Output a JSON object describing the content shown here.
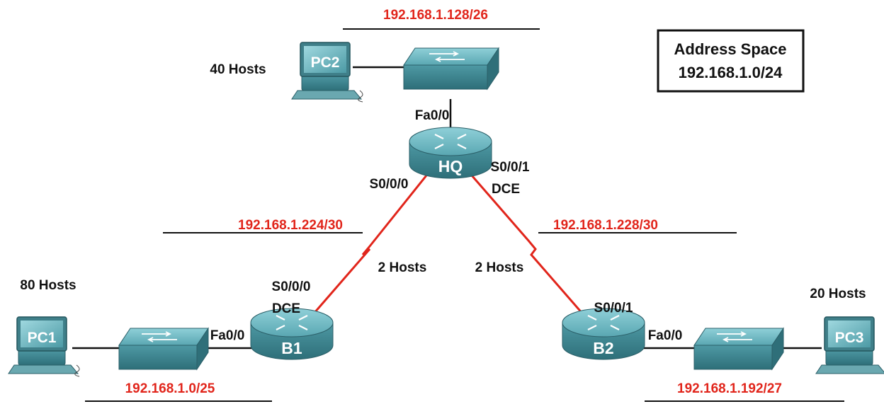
{
  "address_space": {
    "title": "Address Space",
    "network": "192.168.1.0/24"
  },
  "networks": {
    "hq_lan": "192.168.1.128/26",
    "b1_lan": "192.168.1.0/25",
    "b2_lan": "192.168.1.192/27",
    "hq_b1_link": "192.168.1.224/30",
    "hq_b2_link": "192.168.1.228/30"
  },
  "hosts": {
    "pc2": "40 Hosts",
    "pc1": "80 Hosts",
    "pc3": "20 Hosts",
    "link_b1": "2 Hosts",
    "link_b2": "2 Hosts"
  },
  "devices": {
    "hq": "HQ",
    "b1": "B1",
    "b2": "B2",
    "pc1": "PC1",
    "pc2": "PC2",
    "pc3": "PC3"
  },
  "interfaces": {
    "hq_fa": "Fa0/0",
    "hq_s000": "S0/0/0",
    "hq_s001": "S0/0/1",
    "hq_dce": "DCE",
    "b1_s000": "S0/0/0",
    "b1_dce": "DCE",
    "b1_fa": "Fa0/0",
    "b2_s001": "S0/0/1",
    "b2_fa": "Fa0/0"
  },
  "colors": {
    "serial_link": "#e1251b",
    "ethernet_link": "#111111",
    "network_label": "#e1251b",
    "device_body": "#4f9aa6"
  }
}
